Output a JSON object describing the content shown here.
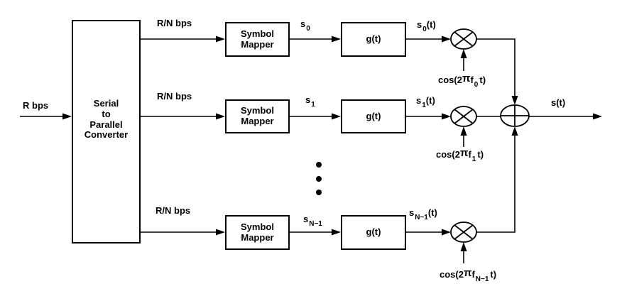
{
  "colors": {
    "ink": "#000000",
    "paper": "#ffffff"
  },
  "source": {
    "rate_label": "R bps"
  },
  "sp_block": {
    "line0": "Serial",
    "line1": "to",
    "line2": "Parallel",
    "line3": "Converter"
  },
  "mapper_block": {
    "line0": "Symbol",
    "line1": "Mapper"
  },
  "filter_block": {
    "label": "g(t)"
  },
  "rows": {
    "r0": {
      "rate": "R/N bps",
      "sym_base": "s",
      "sym_sub": "0",
      "sig_base": "s",
      "sig_sub": "0",
      "sig_tail": "(t)",
      "cos_prefix": "cos(2",
      "cos_pi": "π",
      "cos_f": "f",
      "cos_sub": "0",
      "cos_tail": "t)"
    },
    "r1": {
      "rate": "R/N bps",
      "sym_base": "s",
      "sym_sub": "1",
      "sig_base": "s",
      "sig_sub": "1",
      "sig_tail": "(t)",
      "cos_prefix": "cos(2",
      "cos_pi": "π",
      "cos_f": "f",
      "cos_sub": "1",
      "cos_tail": "t)"
    },
    "rN": {
      "rate": "R/N bps",
      "sym_base": "s",
      "sym_sub": "N−1",
      "sig_base": "s",
      "sig_sub": "N−1",
      "sig_tail": "(t)",
      "cos_prefix": "cos(2",
      "cos_pi": "π",
      "cos_f": "f",
      "cos_sub": "N−1",
      "cos_tail": "t)"
    }
  },
  "output": {
    "label": "s(t)"
  }
}
